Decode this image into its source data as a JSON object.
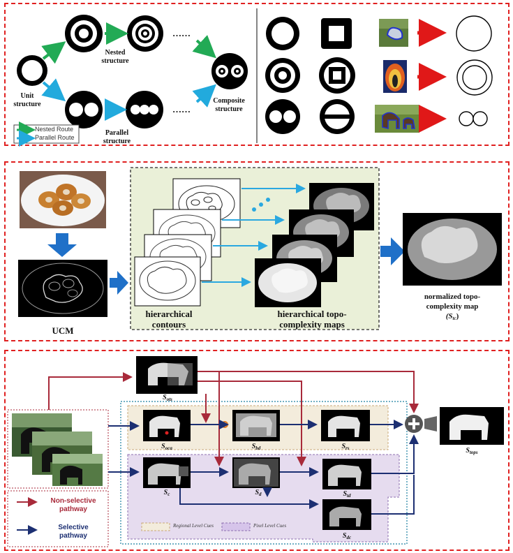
{
  "panel1": {
    "labels": {
      "unit": "Unit structure",
      "nested": "Nested structure",
      "parallel": "Parallel structure",
      "composite": "Composite structure",
      "dots_top": "……",
      "dots_bottom": "……"
    },
    "legend": [
      {
        "label": "Nested Route",
        "color": "#22aa55"
      },
      {
        "label": "Parallel Route",
        "color": "#22aadd"
      }
    ]
  },
  "panel2": {
    "ucm": "UCM",
    "hier_contours": "hierarchical contours",
    "hier_maps": "hierarchical topo-complexity maps",
    "norm_map_line1": "normalized topo-",
    "norm_map_line2": "complexity map",
    "norm_map_symbol": "(S",
    "norm_map_sub": "tc",
    "norm_map_close": ")"
  },
  "panel3": {
    "maps": [
      {
        "id": "sots",
        "base": "S",
        "sub": "ots"
      },
      {
        "id": "soca",
        "base": "S",
        "sub": "oca"
      },
      {
        "id": "sbd",
        "base": "S",
        "sub": "bd"
      },
      {
        "id": "srs",
        "base": "S",
        "sub": "rs"
      },
      {
        "id": "sc",
        "base": "S",
        "sub": "c"
      },
      {
        "id": "sd",
        "base": "S",
        "sub": "d"
      },
      {
        "id": "std",
        "base": "S",
        "sub": "td"
      },
      {
        "id": "sdc",
        "base": "S",
        "sub": "dc"
      },
      {
        "id": "stops",
        "base": "S",
        "sub": "tops"
      }
    ],
    "legend": {
      "nonselective_line1": "Non-selective",
      "nonselective_line2": "pathway",
      "selective_line1": "Selective",
      "selective_line2": "pathway",
      "regional": "Regional Level Cues",
      "pixel": "Pixel Level Cues"
    },
    "colors": {
      "nonselective": "#a82a3a",
      "selective": "#1c2f72"
    }
  }
}
